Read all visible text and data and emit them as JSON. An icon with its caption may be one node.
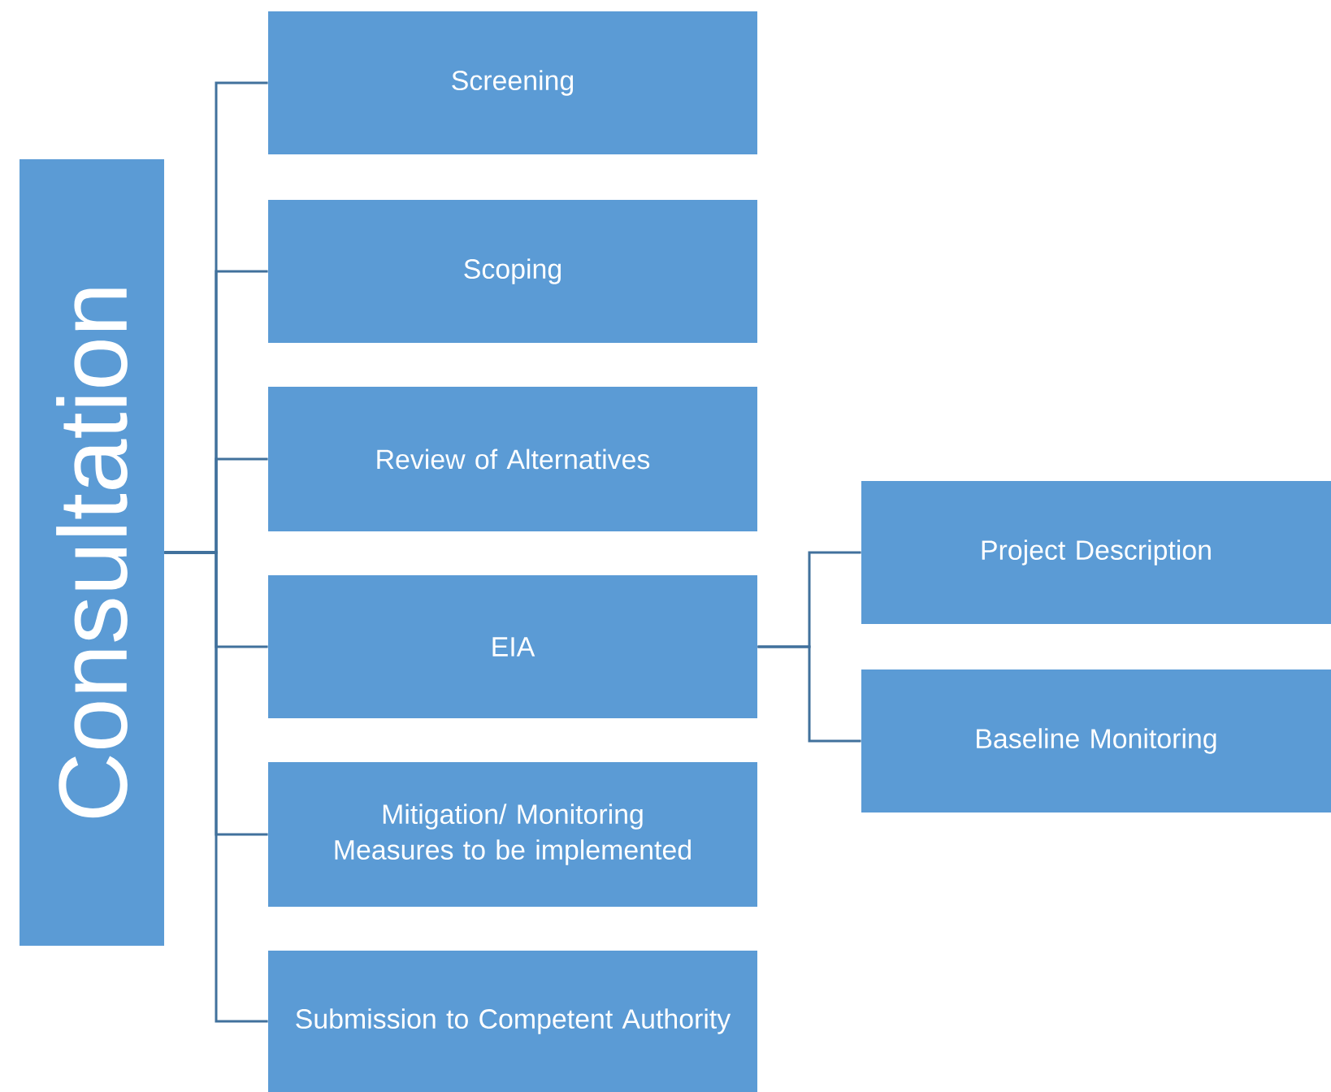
{
  "diagram": {
    "nodes": [
      {
        "text": [
          "Consultation"
        ]
      },
      {
        "text": [
          "Screening"
        ]
      },
      {
        "text": [
          "Scoping"
        ]
      },
      {
        "text": [
          "Review of Alternatives"
        ]
      },
      {
        "text": [
          "EIA"
        ]
      },
      {
        "text": [
          "Mitigation/ Monitoring Measures to be implemented"
        ]
      },
      {
        "text": [
          "Submission to Competent Authority"
        ]
      },
      {
        "text": [
          "Project Description"
        ]
      },
      {
        "text": [
          "Baseline Monitoring"
        ]
      }
    ],
    "edges": [
      {
        "from": 0,
        "to": 1,
        "arrow": "none"
      },
      {
        "from": 0,
        "to": 2,
        "arrow": "none"
      },
      {
        "from": 0,
        "to": 3,
        "arrow": "none"
      },
      {
        "from": 0,
        "to": 4,
        "arrow": "none"
      },
      {
        "from": 0,
        "to": 5,
        "arrow": "none"
      },
      {
        "from": 0,
        "to": 6,
        "arrow": "none"
      },
      {
        "from": 4,
        "to": 7,
        "arrow": "none"
      },
      {
        "from": 4,
        "to": 8,
        "arrow": "none"
      }
    ]
  }
}
